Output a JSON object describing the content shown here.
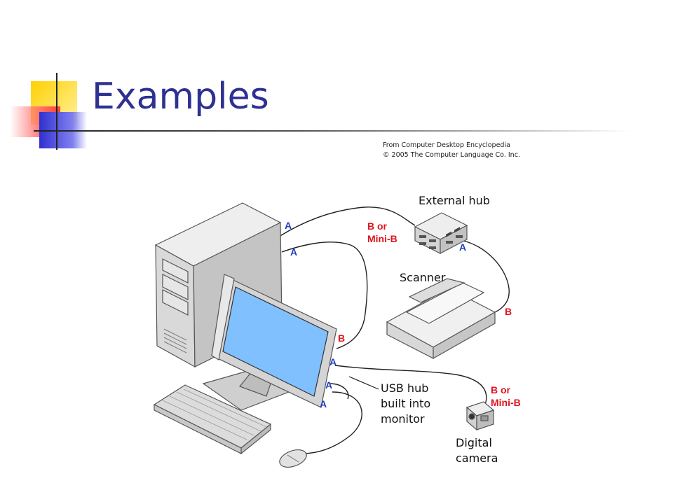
{
  "slide": {
    "title": "Examples",
    "credit": [
      "From Computer Desktop Encyclopedia",
      "© 2005 The Computer Language Co. Inc."
    ]
  },
  "diagram": {
    "devices": {
      "external_hub": "External hub",
      "scanner": "Scanner",
      "usb_hub": [
        "USB hub",
        "built into",
        "monitor"
      ],
      "digital_camera": [
        "Digital",
        "camera"
      ]
    },
    "ports": {
      "computer_a1": "A",
      "computer_a2": "A",
      "hub_b": [
        "B or",
        "Mini-B"
      ],
      "hub_a": "A",
      "scanner_b": "B",
      "monitor_b": "B",
      "monitor_a1": "A",
      "monitor_a2": "A",
      "monitor_a3": "A",
      "camera_b": [
        "B or",
        "Mini-B"
      ]
    },
    "colors": {
      "port_a": "#1f3fbf",
      "port_b": "#e0141e",
      "screen": "#80c0ff",
      "title": "#2e3192"
    }
  }
}
